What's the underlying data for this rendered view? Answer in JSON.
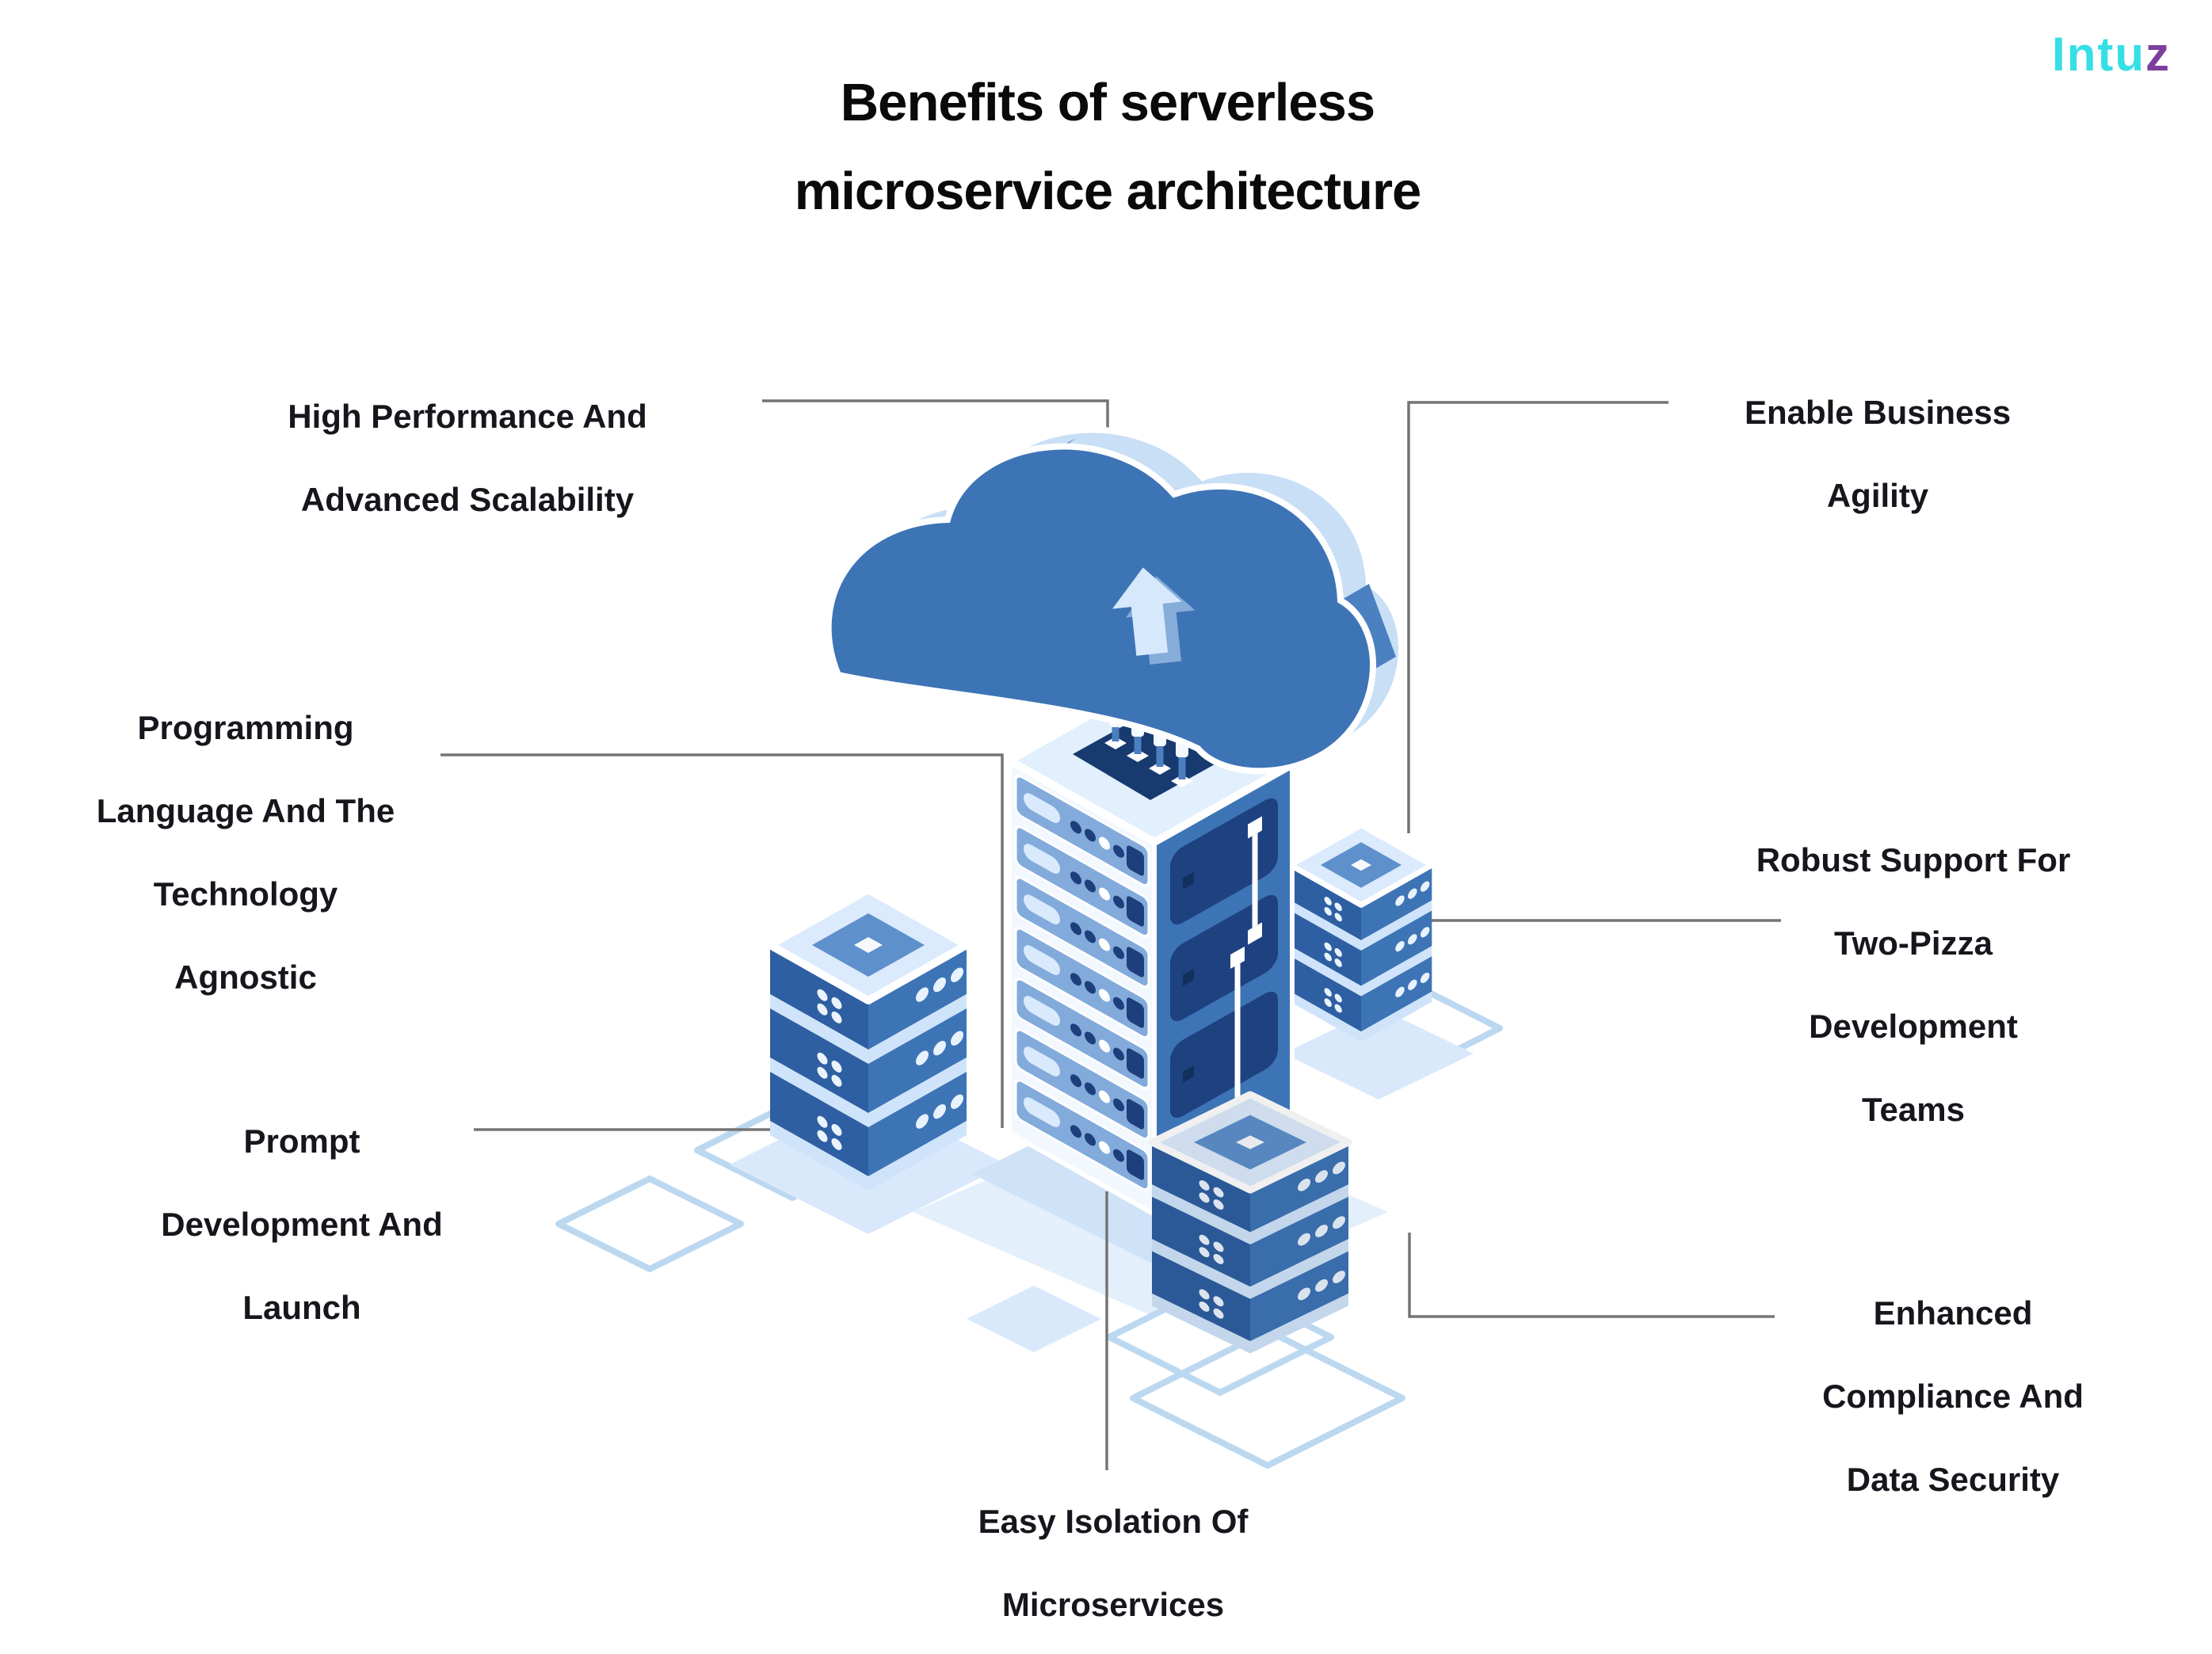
{
  "title": {
    "line1": "Benefits of serverless",
    "line2": "microservice architecture"
  },
  "logo": {
    "prefix": "Intu",
    "suffix": "z"
  },
  "benefits": [
    {
      "id": "high-performance",
      "lines": [
        "High Performance And",
        "Advanced Scalability"
      ]
    },
    {
      "id": "business-agility",
      "lines": [
        "Enable Business",
        "Agility"
      ]
    },
    {
      "id": "language-agnostic",
      "lines": [
        "Programming",
        "Language And The",
        "Technology",
        "Agnostic"
      ]
    },
    {
      "id": "two-pizza-teams",
      "lines": [
        "Robust Support For",
        "Two-Pizza",
        "Development",
        "Teams"
      ]
    },
    {
      "id": "prompt-development",
      "lines": [
        "Prompt",
        "Development And",
        "Launch"
      ]
    },
    {
      "id": "compliance-security",
      "lines": [
        "Enhanced",
        "Compliance And",
        "Data Security"
      ]
    },
    {
      "id": "easy-isolation",
      "lines": [
        "Easy Isolation Of",
        "Microservices"
      ]
    }
  ],
  "colors": {
    "background": "#FFFFFF",
    "text": "#15171C",
    "title_text": "#0A0A0A",
    "connector_gray": "#757575",
    "blue_medium": "#3D74B6",
    "blue_dark_face": "#2E5FA2",
    "blue_light": "#D7E8FB",
    "blue_rim": "#CFE4FA",
    "navy": "#1D3F7C",
    "navy_opening": "#173A6F",
    "floor_trace": "#BCD8F1",
    "logo_cyan": "#35DFE6",
    "logo_purple": "#7D3F9D"
  }
}
